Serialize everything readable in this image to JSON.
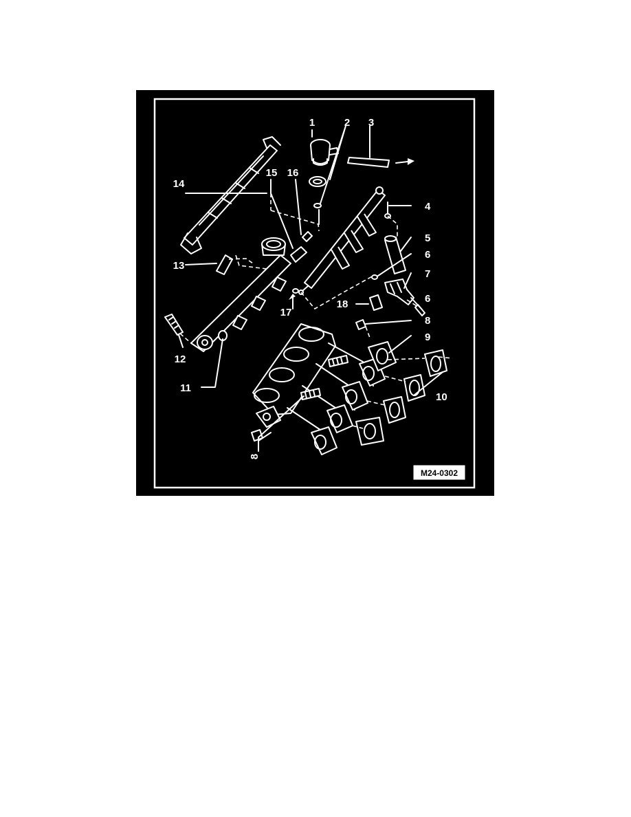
{
  "diagram": {
    "reference_code": "M24-0302",
    "callouts": [
      {
        "id": "c1",
        "text": "1"
      },
      {
        "id": "c2",
        "text": "2"
      },
      {
        "id": "c3",
        "text": "3"
      },
      {
        "id": "c4",
        "text": "4"
      },
      {
        "id": "c5",
        "text": "5"
      },
      {
        "id": "c6a",
        "text": "6"
      },
      {
        "id": "c7",
        "text": "7"
      },
      {
        "id": "c6b",
        "text": "6"
      },
      {
        "id": "c8a",
        "text": "8"
      },
      {
        "id": "c9",
        "text": "9"
      },
      {
        "id": "c10",
        "text": "10"
      },
      {
        "id": "c11",
        "text": "11"
      },
      {
        "id": "c12",
        "text": "12"
      },
      {
        "id": "c13",
        "text": "13"
      },
      {
        "id": "c14",
        "text": "14"
      },
      {
        "id": "c15",
        "text": "15"
      },
      {
        "id": "c16",
        "text": "16"
      },
      {
        "id": "c17",
        "text": "17"
      },
      {
        "id": "c18",
        "text": "18"
      },
      {
        "id": "c8b",
        "text": "8"
      }
    ],
    "colors": {
      "background": "#000000",
      "line": "#ffffff",
      "page": "#ffffff"
    }
  }
}
